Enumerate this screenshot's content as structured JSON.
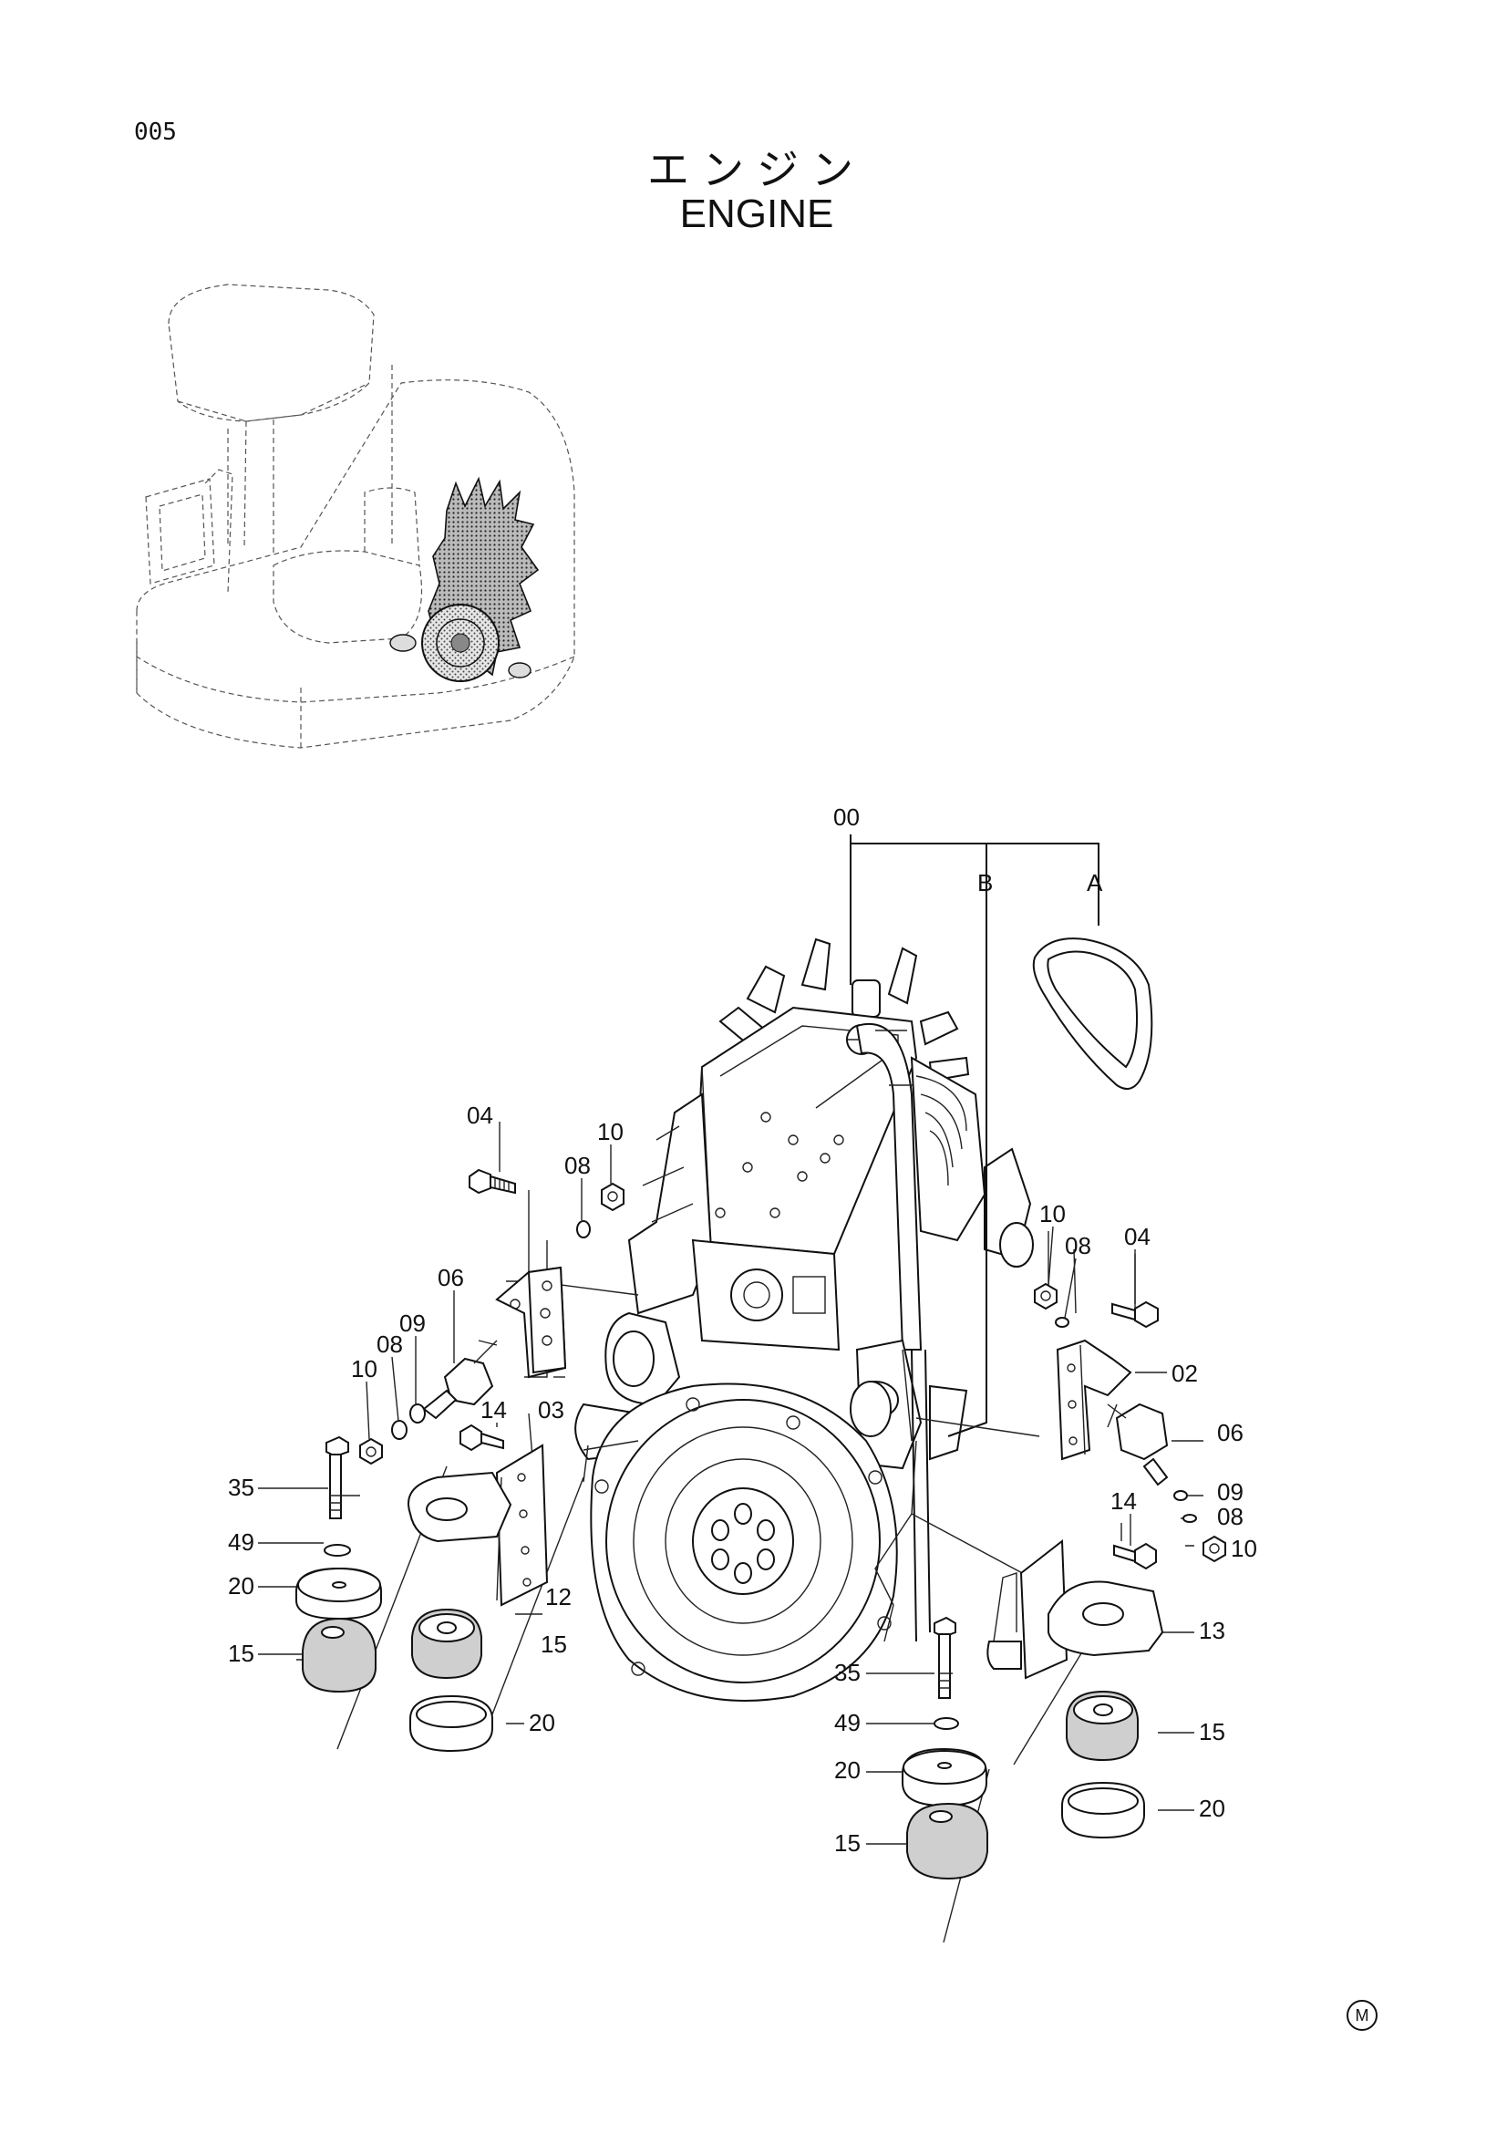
{
  "page": {
    "number": "005",
    "title_jp": "エンジン",
    "title_en": "ENGINE",
    "footer_mark": "M"
  },
  "callouts": {
    "c00": "00",
    "cA": "A",
    "cB": "B",
    "c04a": "04",
    "c10a": "10",
    "c08a": "08",
    "c06a": "06",
    "c09a": "09",
    "c08b": "08",
    "c10b": "10",
    "c03": "03",
    "c14a": "14",
    "c35a": "35",
    "c49a": "49",
    "c20a": "20",
    "c15a": "15",
    "c12": "12",
    "c15b": "15",
    "c20b": "20",
    "c10c": "10",
    "c08c": "08",
    "c04b": "04",
    "c02": "02",
    "c06b": "06",
    "c09b": "09",
    "c08d": "08",
    "c10d": "10",
    "c14b": "14",
    "c13": "13",
    "c35b": "35",
    "c49b": "49",
    "c20c": "20",
    "c15c": "15",
    "c15d": "15",
    "c20d": "20"
  }
}
